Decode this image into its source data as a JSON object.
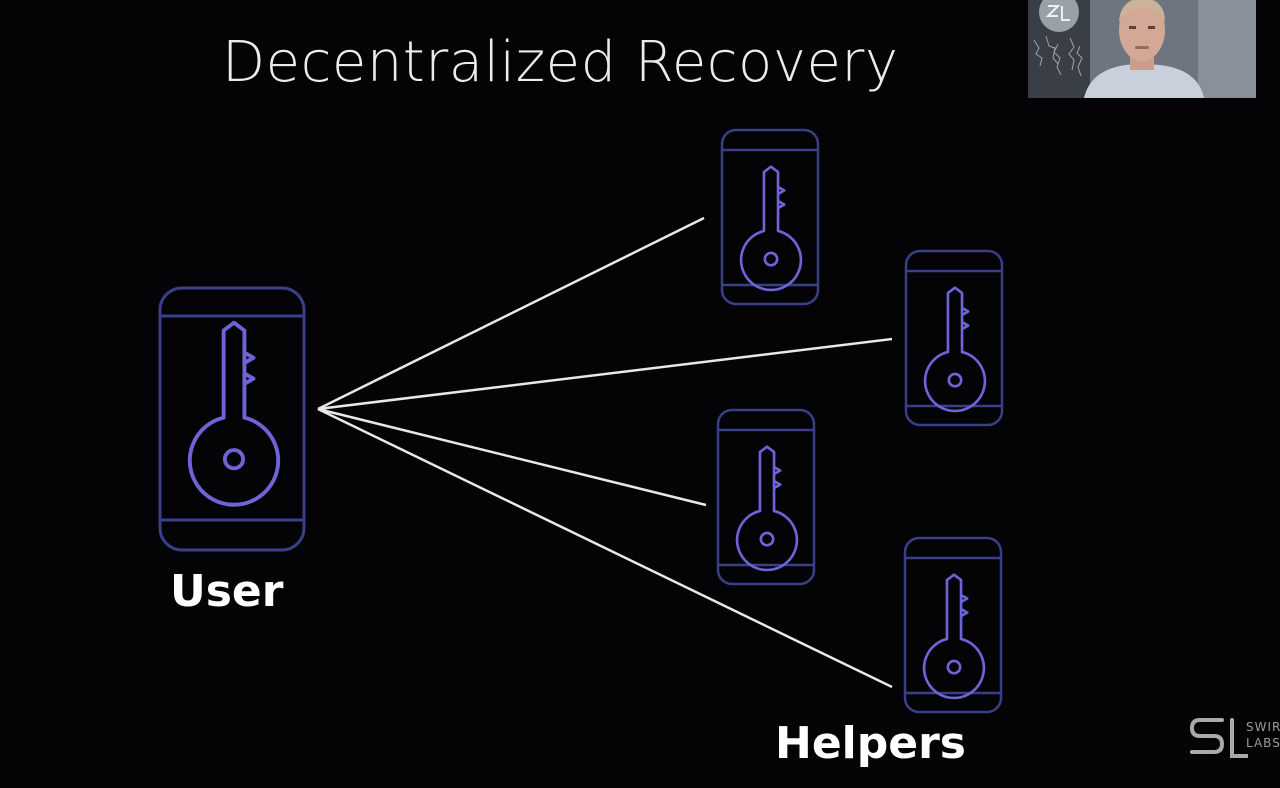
{
  "slide": {
    "title": "Decentralized Recovery",
    "user_label": "User",
    "helpers_label": "Helpers"
  },
  "logo": {
    "line1": "SWIRL",
    "line2": "LABS"
  },
  "colors": {
    "background": "#040406",
    "phone_outline": "#3b3f8a",
    "key_outline": "#6f63d8",
    "connector": "#e8e8e8",
    "text": "#ffffff"
  },
  "icons": [
    "phone-icon",
    "key-icon",
    "swirl-labs-logo",
    "webcam-video"
  ]
}
